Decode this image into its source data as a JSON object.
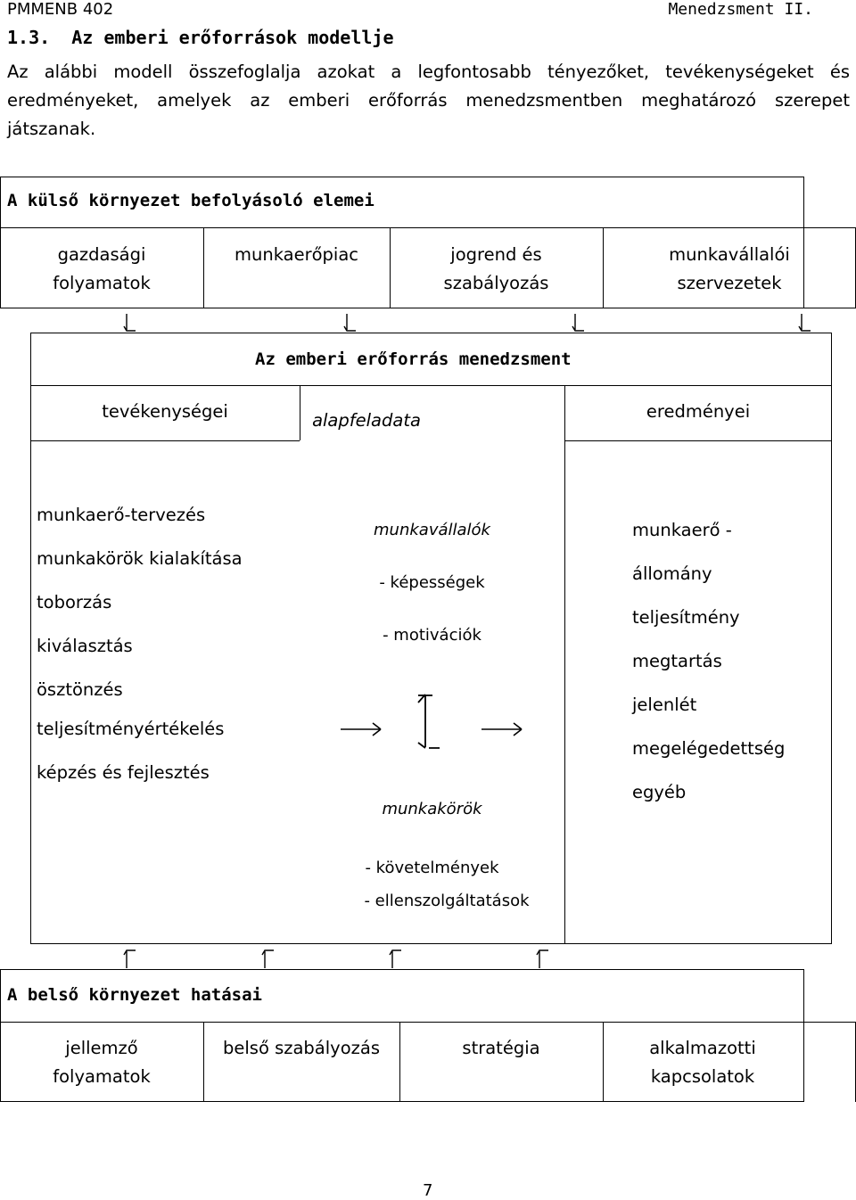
{
  "header": {
    "left": "PMMENB 402",
    "right": "Menedzsment II."
  },
  "section": {
    "number": "1.3.",
    "title": "Az emberi erőforrások modellje"
  },
  "intro": "Az alábbi modell összefoglalja azokat a legfontosabb tényezőket, tevékenységeket és eredményeket, amelyek az emberi erőforrás menedzsmentben meghatározó szerepet játszanak.",
  "external": {
    "title": "A külső környezet befolyásoló elemei",
    "items": [
      [
        "gazdasági",
        "folyamatok"
      ],
      [
        "munkaerőpiac",
        ""
      ],
      [
        "jogrend és",
        "szabályozás"
      ],
      [
        "munkavállalói",
        "szervezetek"
      ]
    ]
  },
  "hrm": {
    "title": "Az emberi erőforrás menedzsment",
    "col_activities": "tevékenységei",
    "col_task": "alapfeladata",
    "col_results": "eredményei",
    "activities": [
      "munkaerő-tervezés",
      "munkakörök kialakítása",
      "toborzás",
      "kiválasztás",
      "ösztönzés",
      "teljesítményértékelés",
      "képzés és fejlesztés"
    ],
    "task": {
      "employees": "munkavállalók",
      "employee_items": [
        "- képességek",
        "- motivációk"
      ],
      "jobs": "munkakörök",
      "job_items": [
        "- követelmények",
        "- ellenszolgáltatások"
      ]
    },
    "results": [
      "munkaerő -",
      "állomány",
      "teljesítmény",
      "megtartás",
      "jelenlét",
      "megelégedettség",
      "egyéb"
    ]
  },
  "internal": {
    "title": "A belső környezet hatásai",
    "items": [
      [
        "jellemző",
        "folyamatok"
      ],
      [
        "belső szabályozás",
        ""
      ],
      [
        "stratégia",
        ""
      ],
      [
        "alkalmazotti",
        "kapcsolatok"
      ]
    ]
  },
  "page_number": "7"
}
